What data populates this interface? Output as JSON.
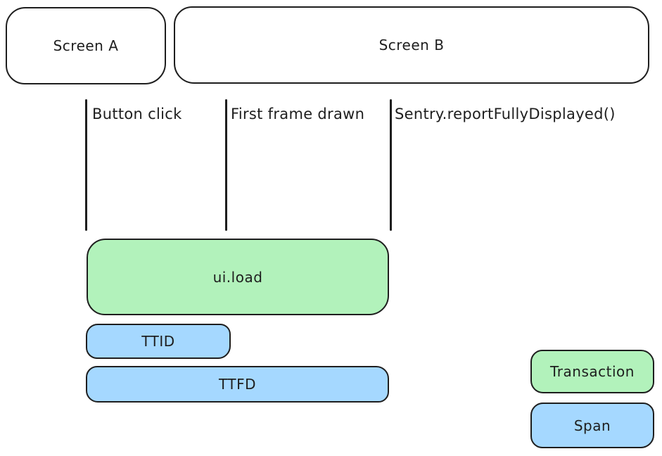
{
  "diagram": {
    "screens": [
      {
        "label": "Screen A"
      },
      {
        "label": "Screen B"
      }
    ],
    "markers": [
      {
        "label": "Button click"
      },
      {
        "label": "First frame drawn"
      },
      {
        "label": "Sentry.reportFullyDisplayed()"
      }
    ],
    "bars": [
      {
        "label": "ui.load",
        "type": "transaction"
      },
      {
        "label": "TTID",
        "type": "span"
      },
      {
        "label": "TTFD",
        "type": "span"
      }
    ],
    "legend": [
      {
        "label": "Transaction",
        "type": "transaction"
      },
      {
        "label": "Span",
        "type": "span"
      }
    ],
    "colors": {
      "transaction_fill": "#b2f2bb",
      "span_fill": "#a5d8ff",
      "stroke": "#1e1e1e",
      "background": "#ffffff"
    }
  }
}
